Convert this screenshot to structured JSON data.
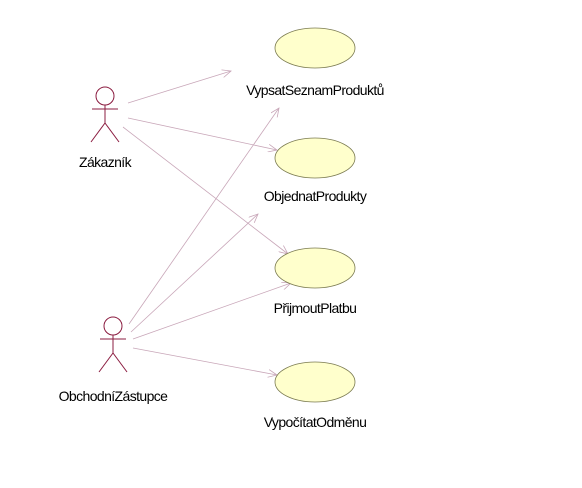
{
  "actors": [
    {
      "id": "zakaznik",
      "name": "Zákazník"
    },
    {
      "id": "obchodni-zastupce",
      "name": "ObchodníZástupce"
    }
  ],
  "use_cases": [
    {
      "id": "vypsat-seznam-produktu",
      "name": "VypsatSeznamProduktů"
    },
    {
      "id": "objednat-produkty",
      "name": "ObjednatProdukty"
    },
    {
      "id": "prijmout-platbu",
      "name": "PřijmoutPlatbu"
    },
    {
      "id": "vypocitat-odmenu",
      "name": "VypočítatOdměnu"
    }
  ],
  "associations": [
    {
      "actor": "zakaznik",
      "use_case": "vypsat-seznam-produktu"
    },
    {
      "actor": "zakaznik",
      "use_case": "objednat-produkty"
    },
    {
      "actor": "zakaznik",
      "use_case": "prijmout-platbu"
    },
    {
      "actor": "obchodni-zastupce",
      "use_case": "vypsat-seznam-produktu"
    },
    {
      "actor": "obchodni-zastupce",
      "use_case": "objednat-produkty"
    },
    {
      "actor": "obchodni-zastupce",
      "use_case": "prijmout-platbu"
    },
    {
      "actor": "obchodni-zastupce",
      "use_case": "vypocitat-odmenu"
    }
  ],
  "colors": {
    "actor": "#8b1c40",
    "use_case_fill": "#ffffcc",
    "use_case_border": "#7a7a50",
    "association": "#c8a6b8"
  }
}
